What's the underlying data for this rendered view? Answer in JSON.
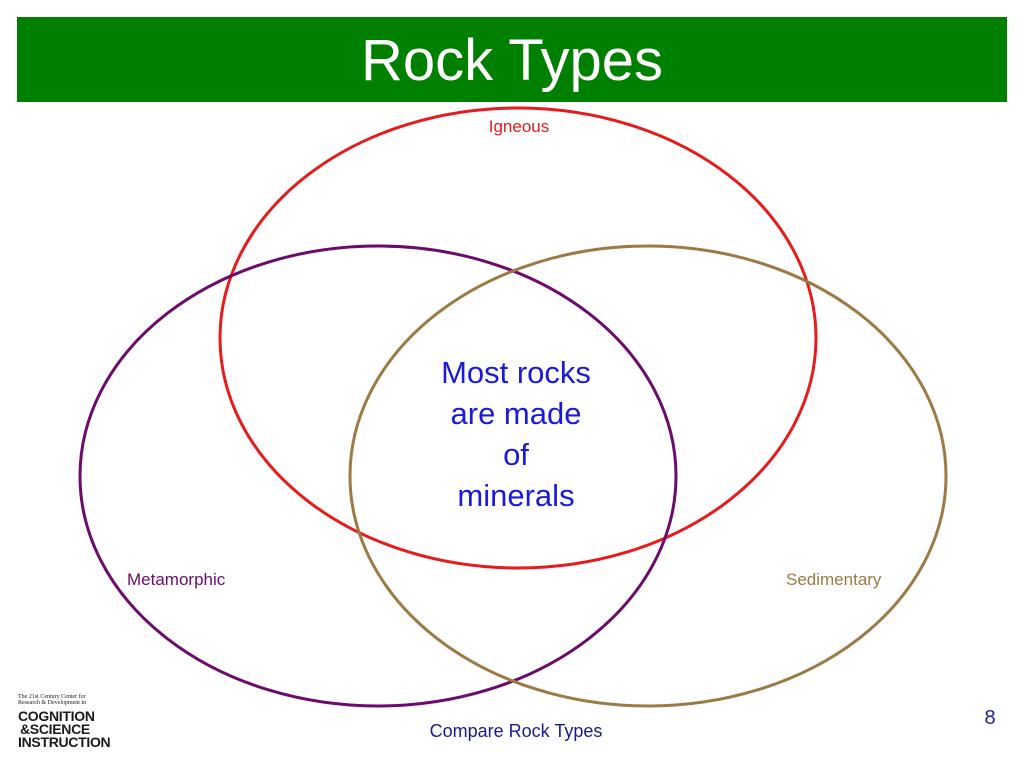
{
  "header": {
    "title": "Rock Types",
    "background_color": "#008000",
    "title_color": "#ffffff"
  },
  "venn": {
    "circles": [
      {
        "label": "Igneous",
        "color": "#e61b1b"
      },
      {
        "label": "Metamorphic",
        "color": "#6b0b6b"
      },
      {
        "label": "Sedimentary",
        "color": "#9c7a45"
      }
    ],
    "center_lines": [
      "Most rocks",
      "are made",
      "of",
      "minerals"
    ],
    "center_color": "#1a1adb"
  },
  "footer": {
    "text": "Compare Rock Types",
    "text_color": "#1a1a8f",
    "page_number": "8"
  },
  "logo": {
    "line1": "The 21st Century Center for",
    "line2": "Research & Development in",
    "word1": "COGNITION",
    "word2": "&SCIENCE",
    "word3": "INSTRUCTION"
  }
}
